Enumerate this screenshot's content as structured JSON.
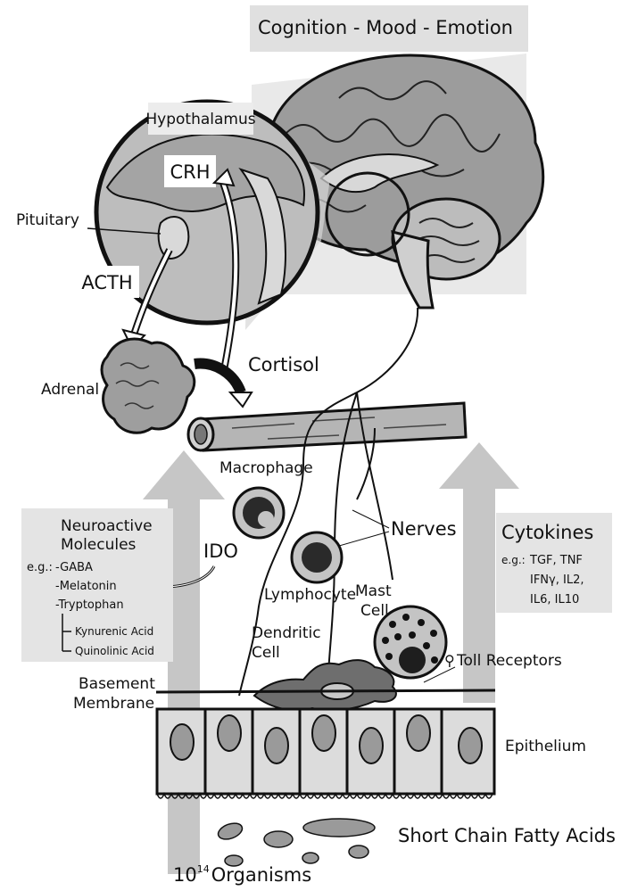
{
  "header": {
    "title": "Cognition - Mood - Emotion"
  },
  "brain_labels": {
    "hypothalamus": "Hypothalamus",
    "crh": "CRH",
    "pituitary": "Pituitary",
    "acth": "ACTH",
    "adrenal": "Adrenal",
    "cortisol": "Cortisol"
  },
  "immune_labels": {
    "macrophage": "Macrophage",
    "ido": "IDO",
    "nerves": "Nerves",
    "lymphocyte": "Lymphocyte",
    "mast_line1": "Mast",
    "mast_line2": "Cell",
    "dendritic_line1": "Dendritic",
    "dendritic_line2": "Cell",
    "toll": "Toll Receptors"
  },
  "neuroactive": {
    "title_line1": "Neuroactive",
    "title_line2": "Molecules",
    "eg": "e.g.:",
    "items": [
      "-GABA",
      "-Melatonin",
      "-Tryptophan"
    ],
    "subitems": [
      "Kynurenic Acid",
      "Quinolinic Acid"
    ]
  },
  "cytokines": {
    "title": "Cytokines",
    "eg": "e.g.:",
    "lines": [
      "TGF, TNF",
      "IFNγ, IL2,",
      "IL6, IL10"
    ]
  },
  "gut_labels": {
    "basement_line1": "Basement",
    "basement_line2": "Membrane",
    "epithelium": "Epithelium",
    "scfa": "Short Chain Fatty Acids",
    "organisms_base": "10",
    "organisms_exp": "14",
    "organisms_text": "Organisms"
  },
  "colors": {
    "arrow_fill": "#bdbdbd",
    "panel_fill": "#e4e4e4",
    "cell_fill": "#dcdcdc",
    "nucleus_fill": "#9a9a9a",
    "brain_fill": "#a9a9a9",
    "ink": "#111111"
  }
}
